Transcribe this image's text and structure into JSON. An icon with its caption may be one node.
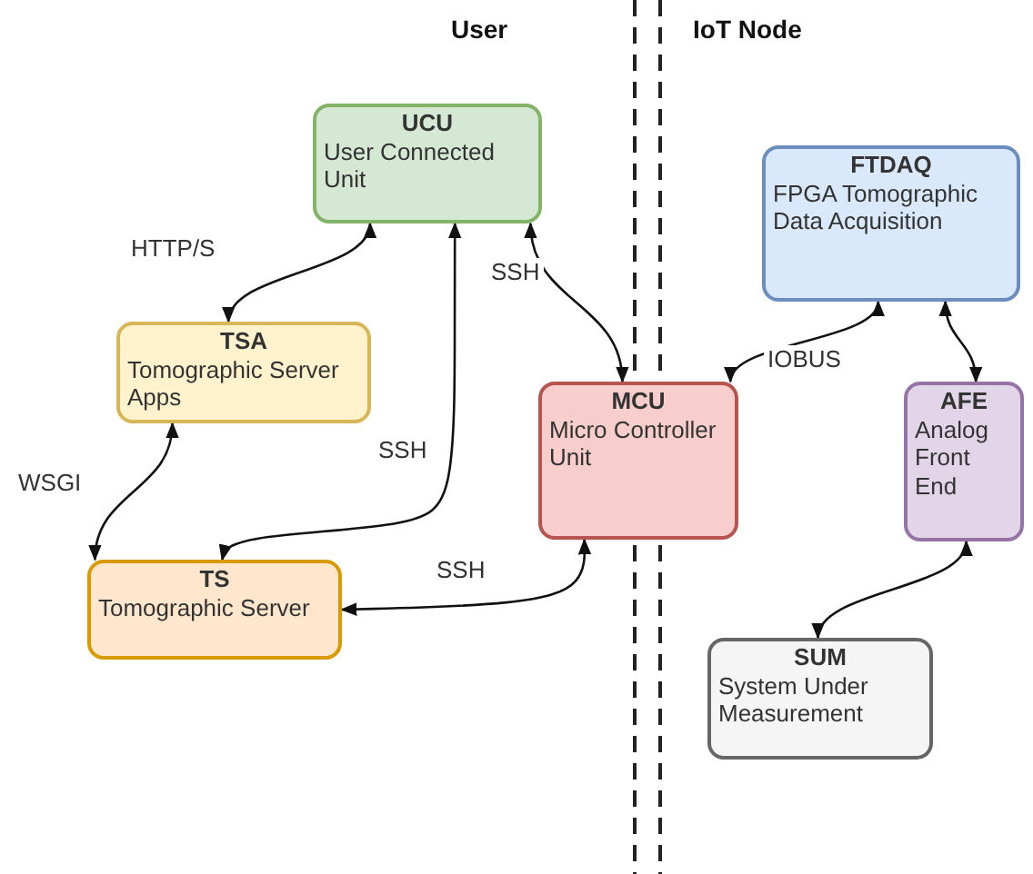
{
  "diagram": {
    "nodes": [
      {
        "text": [
          "UCU",
          "User Connected Unit"
        ]
      },
      {
        "text": [
          "TSA",
          "Tomographic Server Apps"
        ]
      },
      {
        "text": [
          "TS",
          "Tomographic Server"
        ]
      },
      {
        "text": [
          "MCU",
          "Micro Controller Unit"
        ]
      },
      {
        "text": [
          "FTDAQ",
          "FPGA Tomographic Data Acquisition"
        ]
      },
      {
        "text": [
          "AFE",
          "Analog Front End"
        ]
      },
      {
        "text": [
          "SUM",
          "System Under Measurement"
        ]
      }
    ],
    "edges": [
      {
        "from": 0,
        "to": 1,
        "arrow": "both",
        "label": "HTTP/S"
      },
      {
        "from": 1,
        "to": 2,
        "arrow": "both",
        "label": "WSGI"
      },
      {
        "from": 0,
        "to": 2,
        "arrow": "both",
        "label": "SSH"
      },
      {
        "from": 0,
        "to": 3,
        "arrow": "both",
        "label": "SSH"
      },
      {
        "from": 3,
        "to": 2,
        "arrow": "both",
        "label": "SSH"
      },
      {
        "from": 4,
        "to": 3,
        "arrow": "both",
        "label": "IOBUS"
      },
      {
        "from": 4,
        "to": 5,
        "arrow": "both"
      },
      {
        "from": 5,
        "to": 6,
        "arrow": "both"
      }
    ],
    "labels": [
      "User",
      "IoT Node"
    ]
  }
}
